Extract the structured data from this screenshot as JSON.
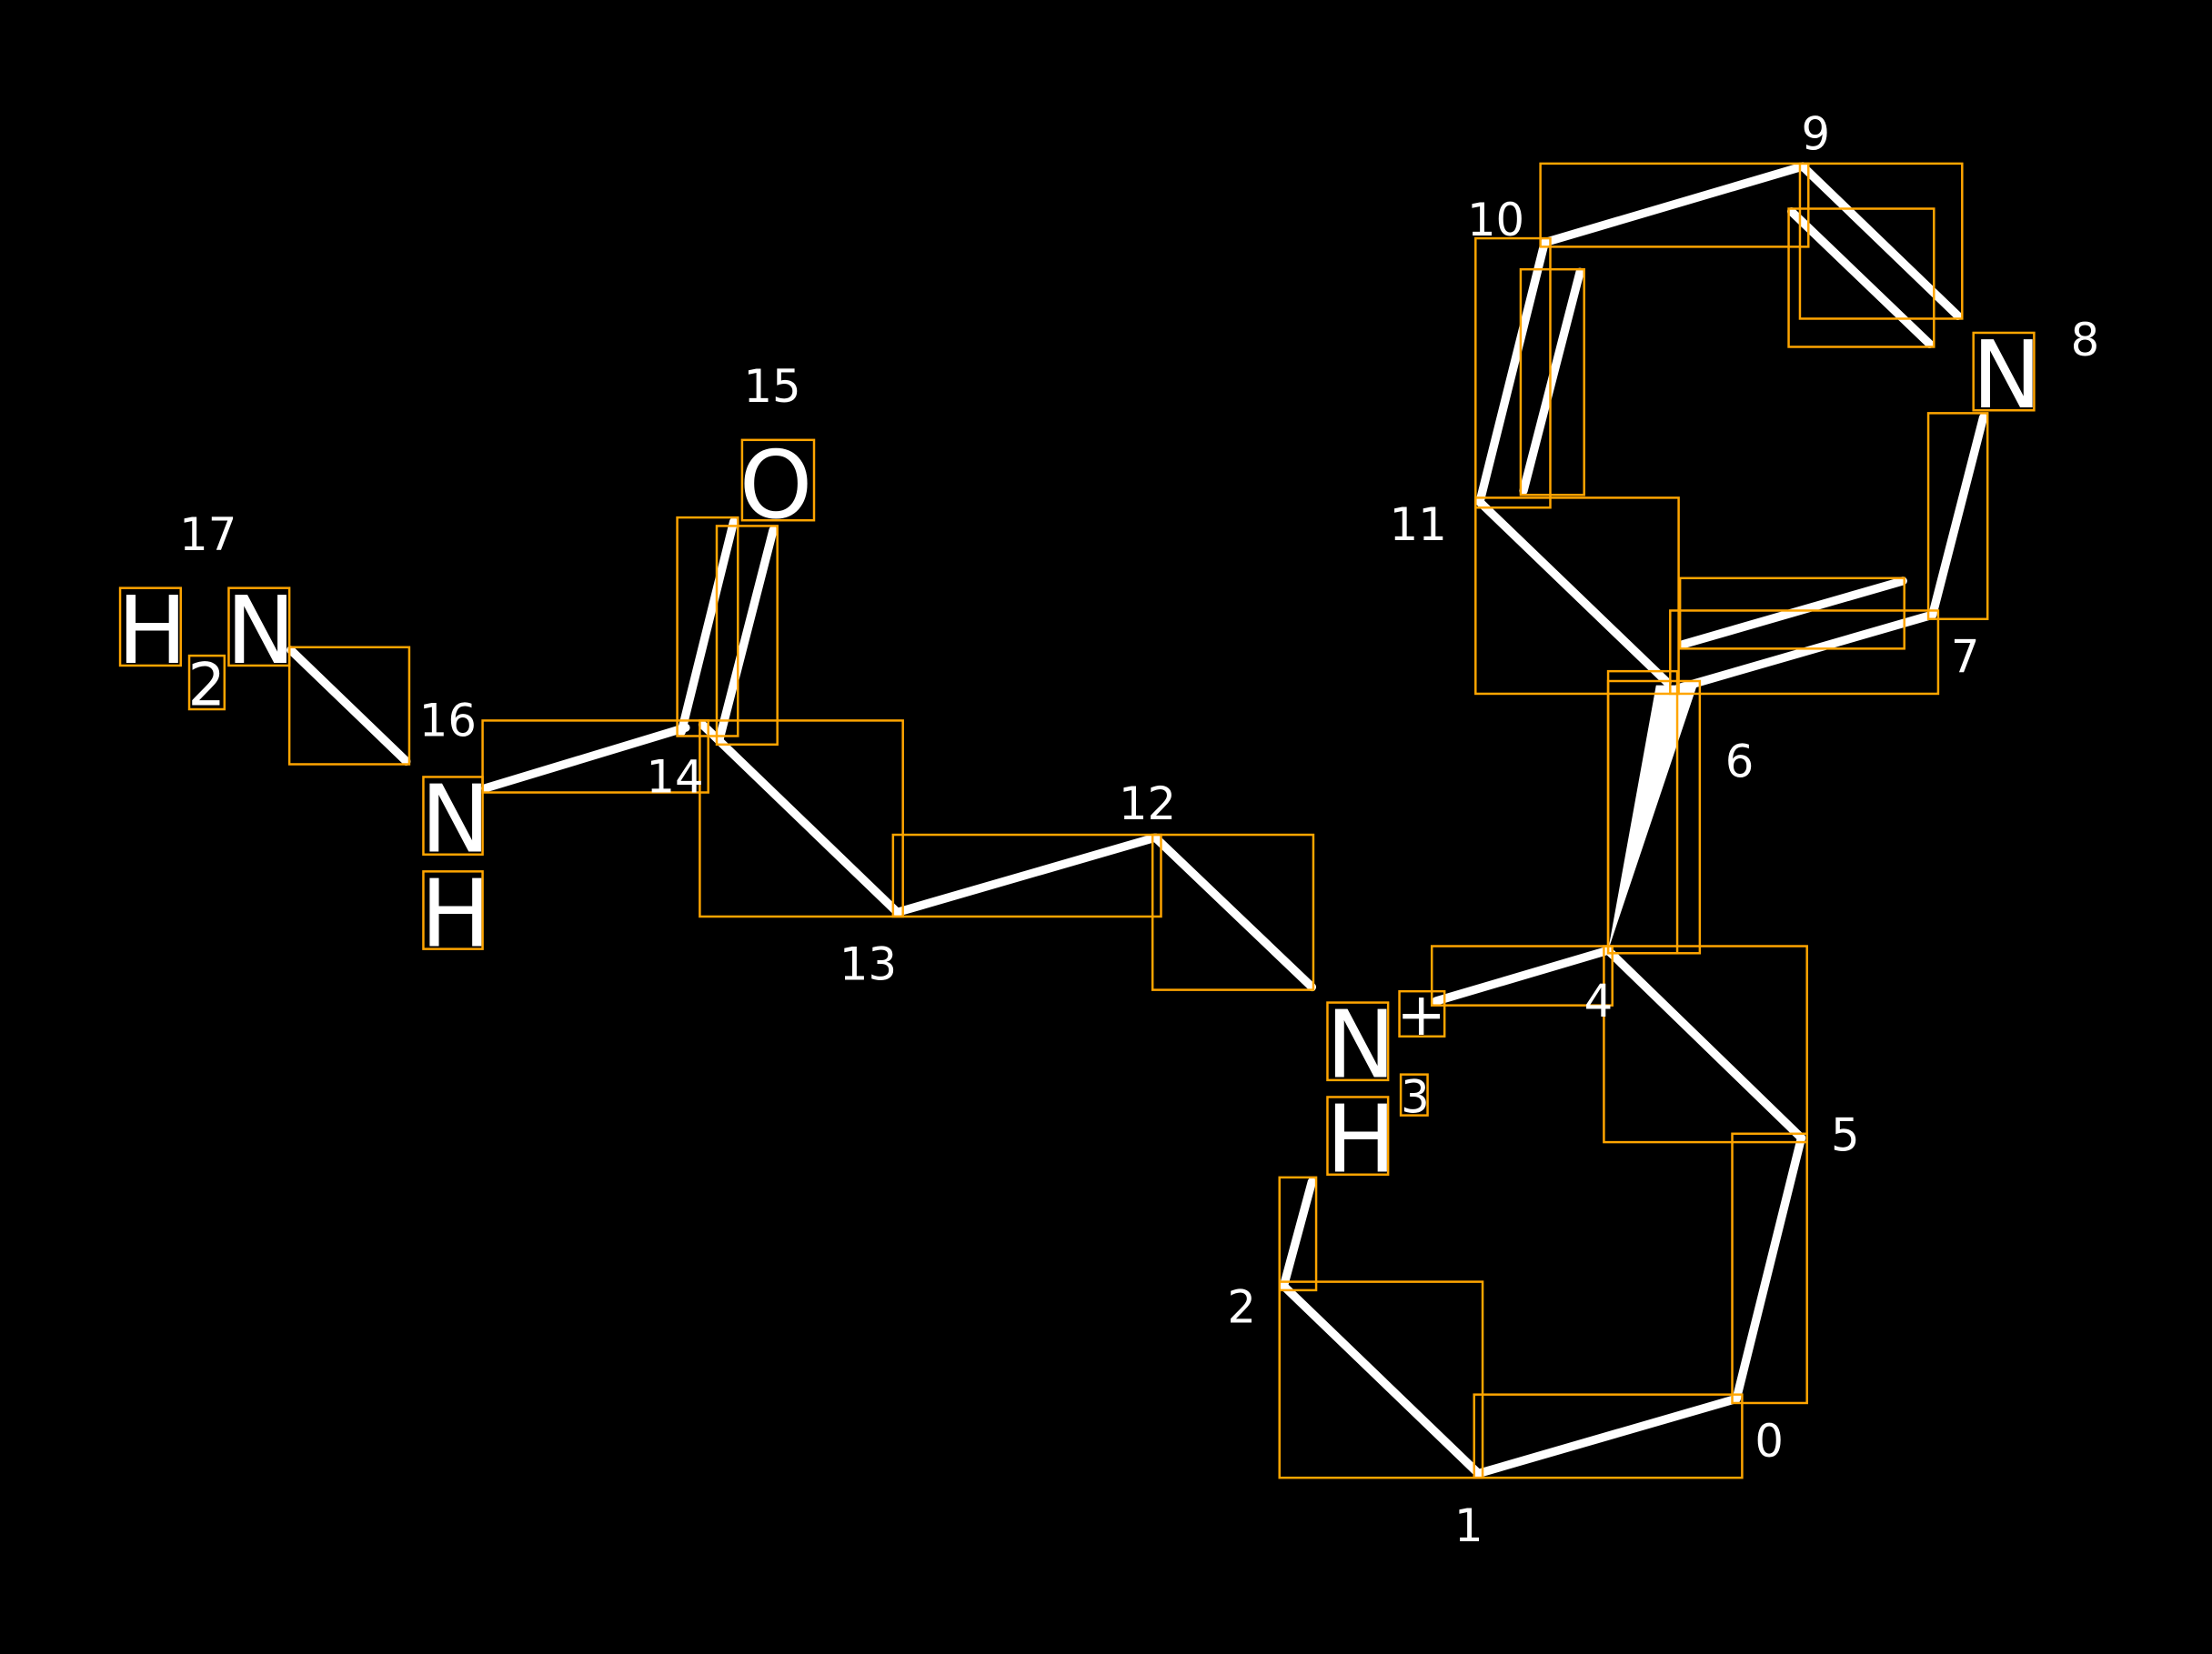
{
  "colors": {
    "background": "#000000",
    "bond": "#FFFFFF",
    "box": "#FFA500"
  },
  "atoms": {
    "n3": "N",
    "h3": "H",
    "h3_sub": "3",
    "charge": "+",
    "n8": "N",
    "o15": "O",
    "n16": "N",
    "h16": "H",
    "h17": "H",
    "h17_sub": "2",
    "n17": "N"
  },
  "indices": [
    "0",
    "1",
    "2",
    "4",
    "5",
    "6",
    "7",
    "8",
    "9",
    "10",
    "11",
    "12",
    "13",
    "14",
    "15",
    "16",
    "17"
  ]
}
